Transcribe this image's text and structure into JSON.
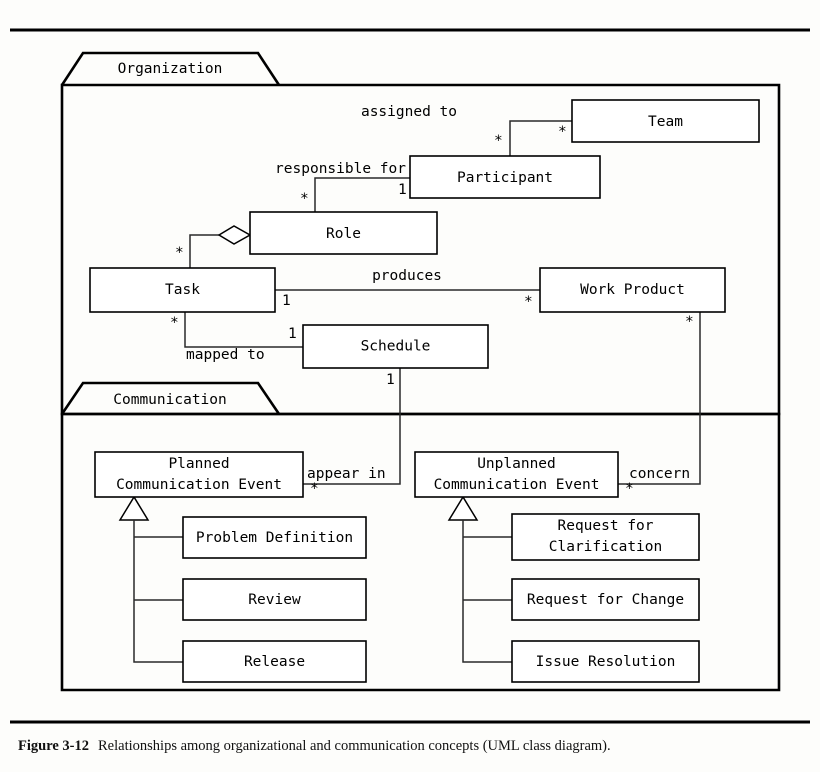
{
  "figure": {
    "number": "Figure 3-12",
    "caption": "Relationships among organizational and communication concepts (UML class diagram)."
  },
  "diagram": {
    "type": "uml-class-diagram",
    "packages": [
      {
        "id": "organization",
        "name": "Organization"
      },
      {
        "id": "communication",
        "name": "Communication"
      }
    ],
    "classes": [
      {
        "id": "team",
        "name": "Team",
        "package": "organization"
      },
      {
        "id": "participant",
        "name": "Participant",
        "package": "organization"
      },
      {
        "id": "role",
        "name": "Role",
        "package": "organization"
      },
      {
        "id": "task",
        "name": "Task",
        "package": "organization"
      },
      {
        "id": "workproduct",
        "name": "Work Product",
        "package": "organization"
      },
      {
        "id": "schedule",
        "name": "Schedule",
        "package": "organization"
      },
      {
        "id": "planned",
        "name": "Planned",
        "name2": "Communication Event",
        "package": "communication"
      },
      {
        "id": "unplanned",
        "name": "Unplanned",
        "name2": "Communication Event",
        "package": "communication"
      },
      {
        "id": "problemdef",
        "name": "Problem Definition",
        "package": "communication"
      },
      {
        "id": "review",
        "name": "Review",
        "package": "communication"
      },
      {
        "id": "release",
        "name": "Release",
        "package": "communication"
      },
      {
        "id": "reqclarif",
        "name": "Request for",
        "name2": "Clarification",
        "package": "communication"
      },
      {
        "id": "reqchange",
        "name": "Request for Change",
        "package": "communication"
      },
      {
        "id": "issueres",
        "name": "Issue Resolution",
        "package": "communication"
      }
    ],
    "associations": [
      {
        "id": "assigned-to",
        "label": "assigned to",
        "from": "participant",
        "to": "team",
        "from_mult": "*",
        "to_mult": "*"
      },
      {
        "id": "responsible-for",
        "label": "responsible for",
        "from": "role",
        "to": "participant",
        "from_mult": "*",
        "to_mult": "1"
      },
      {
        "id": "produces",
        "label": "produces",
        "from": "task",
        "to": "workproduct",
        "from_mult": "1",
        "to_mult": "*"
      },
      {
        "id": "mapped-to",
        "label": "mapped to",
        "from": "task",
        "to": "schedule",
        "from_mult": "*",
        "to_mult": "1"
      },
      {
        "id": "appear-in",
        "label": "appear in",
        "from": "schedule",
        "to": "planned",
        "from_mult": "1",
        "to_mult": "*"
      },
      {
        "id": "concern",
        "label": "concern",
        "from": "workproduct",
        "to": "unplanned",
        "from_mult": "*",
        "to_mult": "*"
      }
    ],
    "aggregations": [
      {
        "id": "role-task",
        "whole": "role",
        "part": "task",
        "part_mult": "*"
      }
    ],
    "generalizations": [
      {
        "id": "gen-planned",
        "super": "planned",
        "subs": [
          "problemdef",
          "review",
          "release"
        ]
      },
      {
        "id": "gen-unplanned",
        "super": "unplanned",
        "subs": [
          "reqclarif",
          "reqchange",
          "issueres"
        ]
      }
    ],
    "multiplicity_symbols": {
      "many": "*",
      "one": "1"
    }
  },
  "colors": {
    "line": "#000000",
    "connector": "#2a2a2a",
    "box_fill": "#ffffff",
    "page_bg": "#fdfdfb"
  }
}
